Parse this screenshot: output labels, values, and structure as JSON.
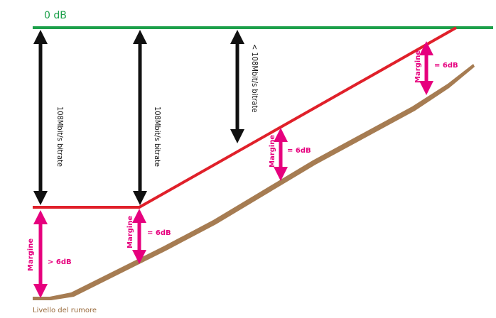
{
  "colors": {
    "zero_line": "#1ca04a",
    "signal_line": "#e0202a",
    "noise_band": "#a67c52",
    "margin_arrow": "#e6007e",
    "bitrate_arrow": "#111111"
  },
  "labels": {
    "zero_db": "0 dB",
    "noise_level": "Livello del rumore"
  },
  "bitrate_arrows": [
    {
      "label": "108Mbit/s bitrate"
    },
    {
      "label": "108Mbit/s bitrate"
    },
    {
      "label": "< 108Mbit/s bitrate"
    }
  ],
  "margin_arrows": [
    {
      "label": "Margine",
      "value": "> 6dB"
    },
    {
      "label": "Margine",
      "value": "= 6dB"
    },
    {
      "label": "Margine",
      "value": "= 6dB"
    },
    {
      "label": "Margine",
      "value": "= 6dB"
    }
  ]
}
